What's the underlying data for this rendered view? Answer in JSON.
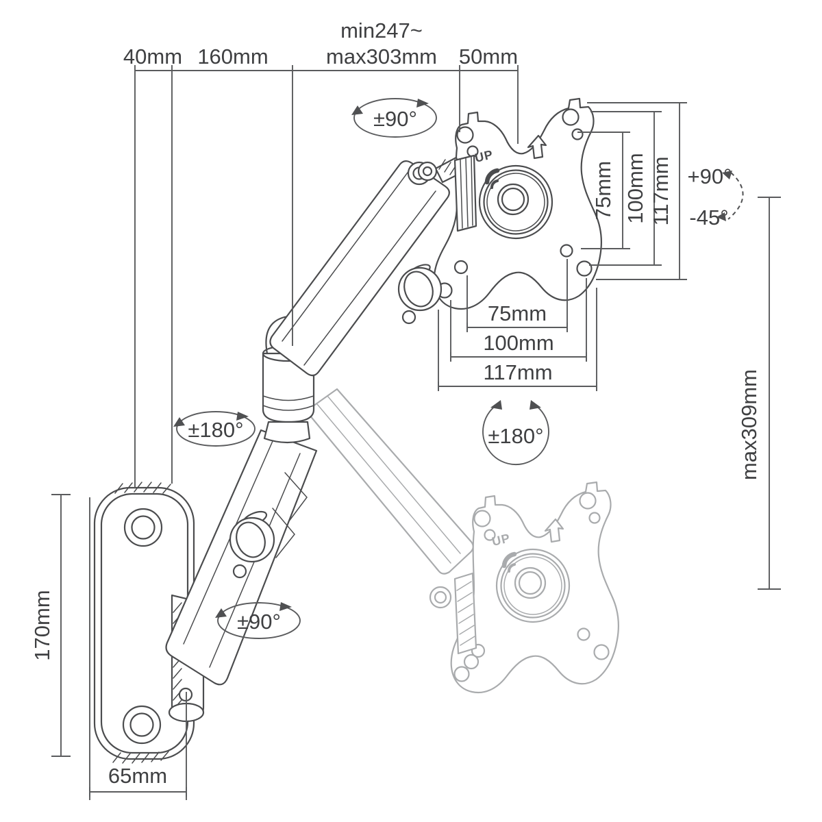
{
  "meta": {
    "description": "Technical dimension drawing of a gas-spring single monitor wall mount arm with VESA plate shown in two positions",
    "colors": {
      "background": "#ffffff",
      "line": "#4b4c4e",
      "dimension_line": "#5a5b5d",
      "ghost_line": "#a9abad",
      "text": "#3f4042"
    }
  },
  "dimensions": {
    "top_chain": {
      "seg1": "40mm",
      "seg2": "160mm",
      "seg3_line1": "min247~",
      "seg3_line2": "max303mm",
      "seg4": "50mm"
    },
    "wall_plate_height": "170mm",
    "wall_plate_width": "65mm",
    "max_height": "max309mm",
    "vesa_vertical": {
      "inner": "75mm",
      "mid": "100mm",
      "outer": "117mm"
    },
    "vesa_horizontal": {
      "inner": "75mm",
      "mid": "100mm",
      "outer": "117mm"
    }
  },
  "angles": {
    "head_swivel_top": "±90°",
    "arm_rotation_mid": "±180°",
    "arm_rotation_bottom": "±90°",
    "vesa_rotation": "±180°",
    "tilt_up": "+90°",
    "tilt_down": "-45°"
  },
  "plate": {
    "up_label": "UP"
  }
}
